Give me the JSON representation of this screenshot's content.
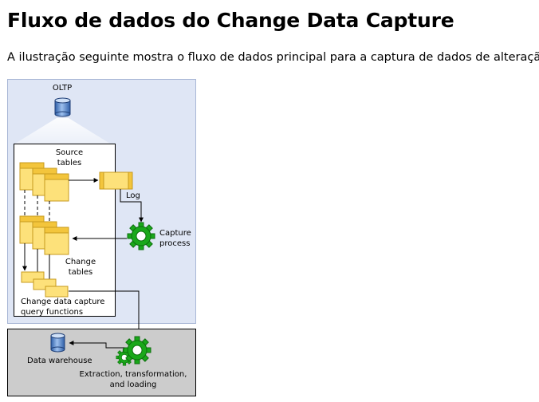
{
  "page": {
    "title": "Fluxo de dados do Change Data Capture",
    "intro": "A ilustração seguinte mostra o fluxo de dados principal para a captura de dados de alteração."
  },
  "diagram": {
    "oltp_label": "OLTP",
    "source_tables_line1": "Source",
    "source_tables_line2": "tables",
    "log_label": "Log",
    "capture_process_line1": "Capture",
    "capture_process_line2": "process",
    "change_tables_line1": "Change",
    "change_tables_line2": "tables",
    "query_functions_line1": "Change data capture",
    "query_functions_line2": "query functions",
    "data_warehouse_label": "Data warehouse",
    "etl_line1": "Extraction, transformation,",
    "etl_line2": "and loading",
    "colors": {
      "oltp_region": "#dfe6f5",
      "warehouse_region": "#cccccc",
      "table_fill": "#fde17a",
      "table_stroke": "#c79a1e",
      "gear": "#1aa81a",
      "database": "#5b8dd6"
    }
  }
}
